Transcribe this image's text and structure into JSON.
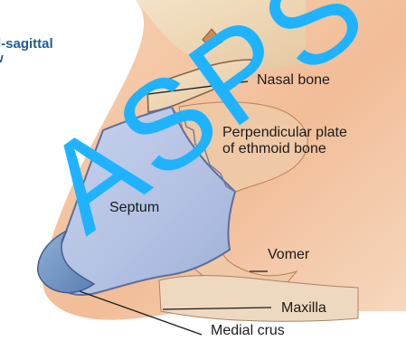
{
  "figure": {
    "title": "d-sagittal\nw",
    "watermark_text": "ASPS",
    "watermark_color": "#1fb3ff"
  },
  "labels": {
    "nasal_bone": "Nasal bone",
    "perpendicular_plate": "Perpendicular plate\nof ethmoid bone",
    "septum": "Septum",
    "vomer": "Vomer",
    "maxilla": "Maxilla",
    "medial_crus": "Medial crus"
  },
  "colors": {
    "skin": "#f5cfb0",
    "bone": "#f0dfc2",
    "septum": "#b8c6e6",
    "septum_outline": "#5d6f9a",
    "watermark": "#1fb3ff",
    "title": "#1f5f8f"
  }
}
